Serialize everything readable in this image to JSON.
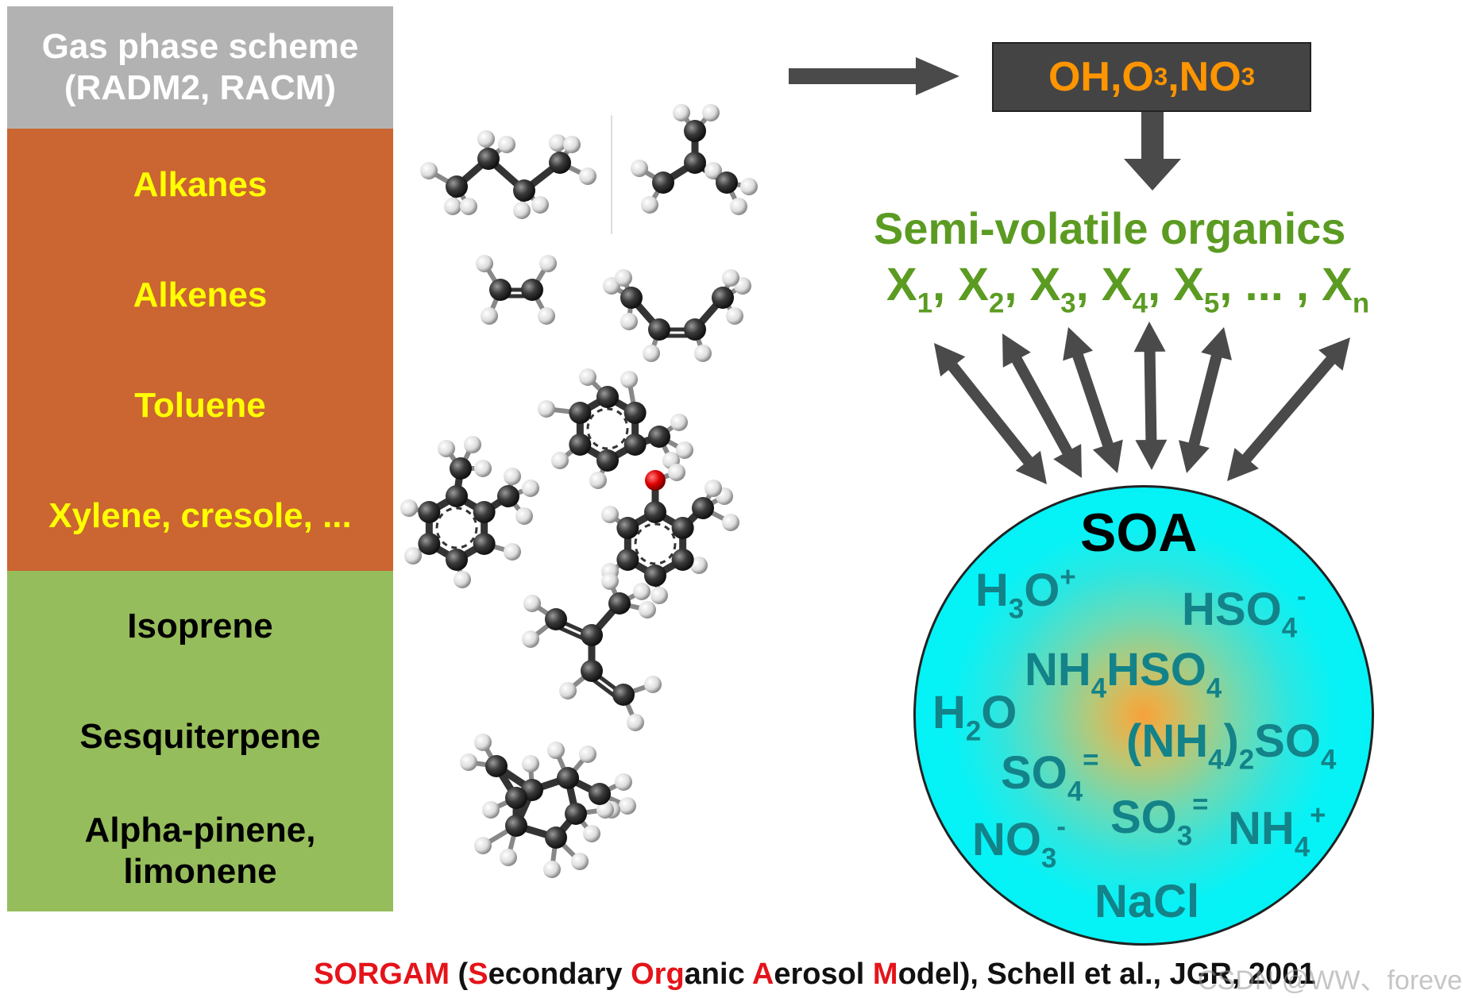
{
  "scheme": {
    "header_line1": "Gas phase scheme",
    "header_line2": "(RADM2, RACM)",
    "orange_items": [
      "Alkanes",
      "Alkenes",
      "Toluene",
      "Xylene, cresole, ..."
    ],
    "green_items": [
      "Isoprene",
      "Sesquiterpene"
    ],
    "green_last_line1": "Alpha-pinene,",
    "green_last_line2": "limonene"
  },
  "oxidants": {
    "oh": "OH,O",
    "o3_sub": "3",
    "no": ",NO",
    "no3_sub": "3"
  },
  "svo": {
    "title": "Semi-volatile organics",
    "x": "X",
    "subs": [
      "1",
      "2",
      "3",
      "4",
      "5"
    ],
    "sep": ",",
    "ellipsis": ", ... ,",
    "n_sub": "n"
  },
  "soa": {
    "title": "SOA",
    "h3o_a": "H",
    "h3o_s": "3",
    "h3o_b": "O",
    "h3o_sup": "+",
    "hso4_a": "HSO",
    "hso4_s": "4",
    "hso4_sup": "-",
    "nh4hso4_a": "NH",
    "nh4hso4_s1": "4",
    "nh4hso4_b": "HSO",
    "nh4hso4_s2": "4",
    "h2o_a": "H",
    "h2o_s": "2",
    "h2o_b": "O",
    "so4_a": "SO",
    "so4_s": "4",
    "so4_sup": "=",
    "nh42so4_a": "(NH",
    "nh42so4_s1": "4",
    "nh42so4_b": ")",
    "nh42so4_s2": "2",
    "nh42so4_c": "SO",
    "nh42so4_s3": "4",
    "no3_a": "NO",
    "no3_s": "3",
    "no3_sup": "-",
    "so3_a": "SO",
    "so3_s": "3",
    "so3_sup": "=",
    "nh4_a": "NH",
    "nh4_s": "4",
    "nh4_sup": "+",
    "nacl": "NaCl"
  },
  "citation": {
    "s1": "SORGAM",
    "p1": " (",
    "s2": "S",
    "p2": "econdary ",
    "s3": "Org",
    "p3": "anic ",
    "s4": "A",
    "p4": "erosol ",
    "s5": "M",
    "p5": "odel), Schell et al., JGR, 2001"
  },
  "watermark": "CSDN @WW、forever",
  "colors": {
    "header_gray": "#b2b2b2",
    "orange": "#cb6532",
    "green": "#96bd5b",
    "yellow_text": "#ffff00",
    "oxidant_text": "#ff9500",
    "svo_green": "#5b9b22",
    "ion_teal": "#138389",
    "arrow_gray": "#4a4a4a",
    "citation_red": "#e4141a"
  }
}
